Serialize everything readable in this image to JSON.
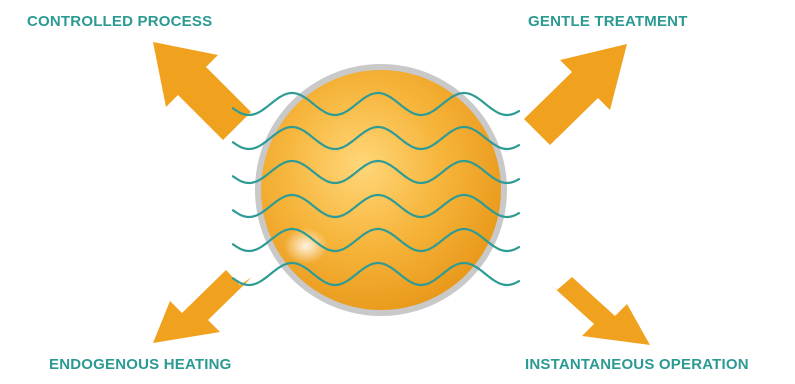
{
  "labels": {
    "top_left": "CONTROLLED PROCESS",
    "top_right": "GENTLE TREATMENT",
    "bottom_left": "ENDOGENOUS HEATING",
    "bottom_right": "INSTANTANEOUS OPERATION"
  },
  "colors": {
    "label_text": "#2b9a93",
    "arrow": "#f0a21f",
    "wave": "#2f9b95",
    "sphere_rim": "#c9c9c9",
    "sphere_core": "#f5b436"
  },
  "icons": {
    "sphere": "heated-sphere-icon",
    "waves": "microwave-wave-icon",
    "arrows": "outward-arrow-icon"
  }
}
